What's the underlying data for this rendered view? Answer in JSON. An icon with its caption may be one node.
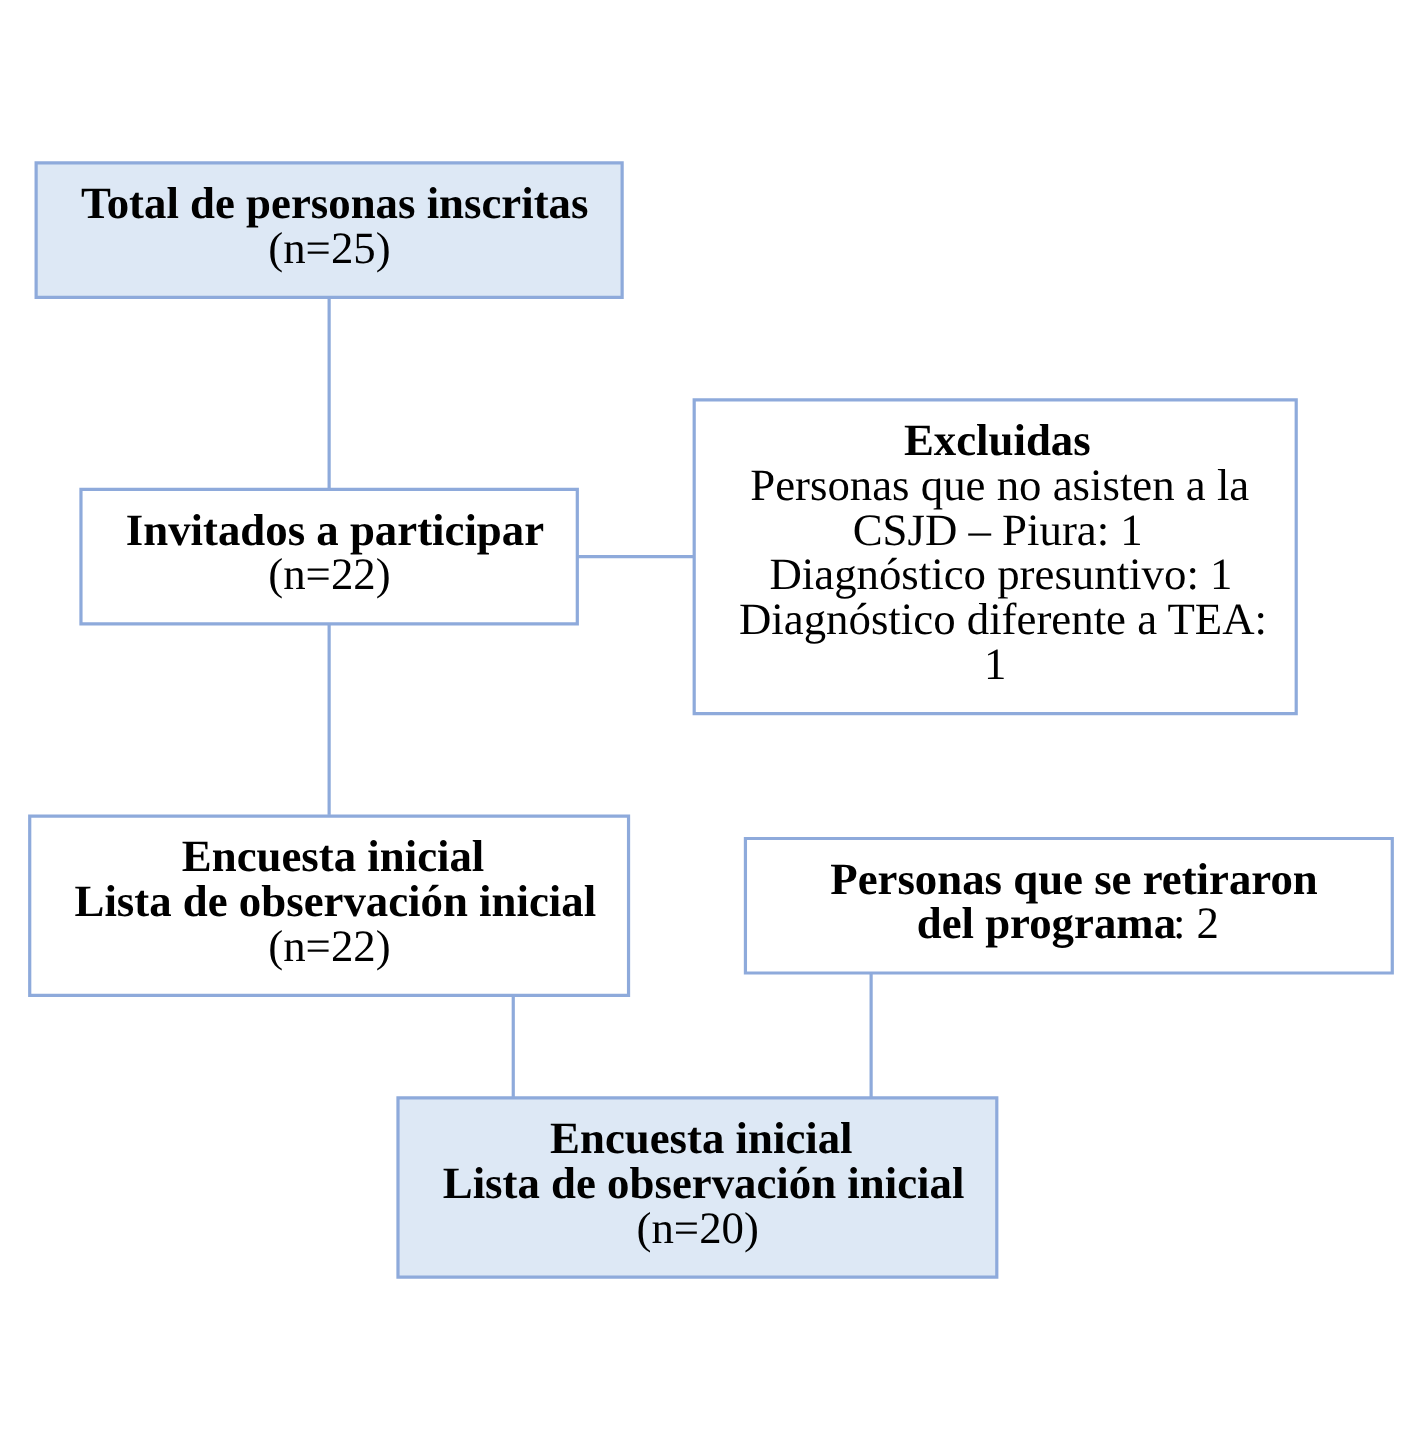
{
  "diagram": {
    "nodes": [
      {
        "text": [
          "Total de personas inscritas",
          "(n=25)"
        ]
      },
      {
        "text": [
          "Excluidas",
          "Personas que no asisten a la CSJD – Piura: 1",
          "Diagnóstico presuntivo: 1",
          "Diagnóstico diferente a TEA: 1"
        ]
      },
      {
        "text": [
          "Invitados a participar",
          "(n=22)"
        ]
      },
      {
        "text": [
          "Encuesta inicial",
          "Lista de observación inicial",
          "(n=22)"
        ]
      },
      {
        "text": [
          "**Personas que se retiraron del programa**: 2"
        ]
      },
      {
        "text": [
          "Encuesta inicial",
          "Lista de observación inicial",
          "(n=20)"
        ]
      }
    ],
    "edges": [
      {
        "from": 0,
        "to": 2,
        "arrow": "none"
      },
      {
        "from": 1,
        "to": 2,
        "arrow": "none"
      },
      {
        "from": 2,
        "to": 3,
        "arrow": "none"
      },
      {
        "from": 3,
        "to": 5,
        "arrow": "none"
      },
      {
        "from": 4,
        "to": 5,
        "arrow": "none"
      }
    ]
  }
}
